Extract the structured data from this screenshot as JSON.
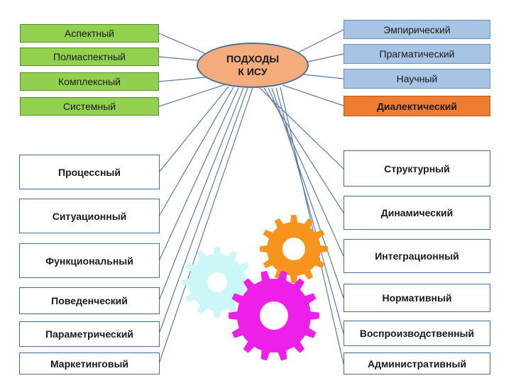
{
  "hub": {
    "title": "ПОДХОДЫ\nК ИСУ"
  },
  "left_top": [
    {
      "label": "Аспектный"
    },
    {
      "label": "Полиаспектный"
    },
    {
      "label": "Комплексный"
    },
    {
      "label": "Системный"
    }
  ],
  "right_top": [
    {
      "label": "Эмпирический"
    },
    {
      "label": "Прагматический"
    },
    {
      "label": "Научный"
    },
    {
      "label": "Диалектический"
    }
  ],
  "left_bottom": [
    {
      "label": "Процессный"
    },
    {
      "label": "Ситуационный"
    },
    {
      "label": "Функциональный"
    },
    {
      "label": "Поведенческий"
    },
    {
      "label": "Параметрический"
    },
    {
      "label": "Маркетинговый"
    }
  ],
  "right_bottom": [
    {
      "label": "Структурный"
    },
    {
      "label": "Динамический"
    },
    {
      "label": "Интеграционный"
    },
    {
      "label": "Нормативный"
    },
    {
      "label": "Воспроизводственный"
    },
    {
      "label": "Административный"
    }
  ],
  "colors": {
    "green_box": "#92d050",
    "blue_box": "#a8c4e4",
    "highlight_box": "#ef7d31",
    "hub_fill": "#f5ac7c",
    "connector": "#5a7aa5",
    "gear_orange": "#f7941d",
    "gear_cyan": "#ccf7f9",
    "gear_magenta": "#ee1fe8"
  },
  "gears": [
    {
      "name": "gear-orange-icon",
      "color": "#f7941d"
    },
    {
      "name": "gear-cyan-icon",
      "color": "#ccf7f9"
    },
    {
      "name": "gear-magenta-icon",
      "color": "#ee1fe8"
    }
  ]
}
